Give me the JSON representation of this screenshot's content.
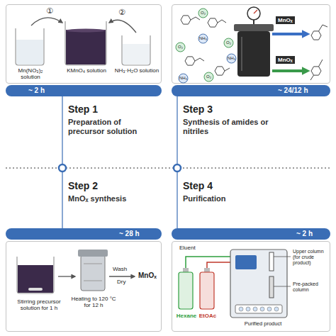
{
  "diagram": {
    "nodes": [
      {
        "text": [
          "Mn(NO₃)₂ solution",
          "KMnO₄ solution",
          "NH₃·H₂O solution",
          "①",
          "②"
        ]
      },
      {
        "text": [
          "~ 2 h"
        ]
      },
      {
        "text": [
          "MnOₓ",
          "MnOₓ"
        ]
      },
      {
        "text": [
          "O₂"
        ],
        "in": 2
      },
      {
        "text": [
          "O₂"
        ],
        "in": 2
      },
      {
        "text": [
          "O₂"
        ],
        "in": 2
      },
      {
        "text": [
          "O₂"
        ],
        "in": 2
      },
      {
        "text": [
          "NH₃"
        ],
        "in": 2
      },
      {
        "text": [
          "NH₃"
        ],
        "in": 2
      },
      {
        "text": [
          "NH₃"
        ],
        "in": 2
      },
      {
        "text": [
          "~ 24/12 h"
        ]
      },
      {
        "text": [
          "~ 28 h"
        ]
      },
      {
        "text": [
          "Stirring precursor solution for 1 h",
          "Heating to 120 °C for 12 h",
          "Wash",
          "Dry",
          "MnOₓ"
        ]
      },
      {
        "text": [
          "~ 2 h"
        ]
      },
      {
        "text": [
          "Eluent",
          "Upper column (for crude product)",
          "Pre-packed column",
          "Hexane",
          "EtOAc",
          "Purified product"
        ]
      }
    ],
    "labels": [
      "Step 1",
      "Preparation of precursor solution",
      "Step 3",
      "Synthesis of amides or nitriles",
      "Step 2",
      "MnOₓ synthesis",
      "Step 4",
      "Purification"
    ]
  }
}
